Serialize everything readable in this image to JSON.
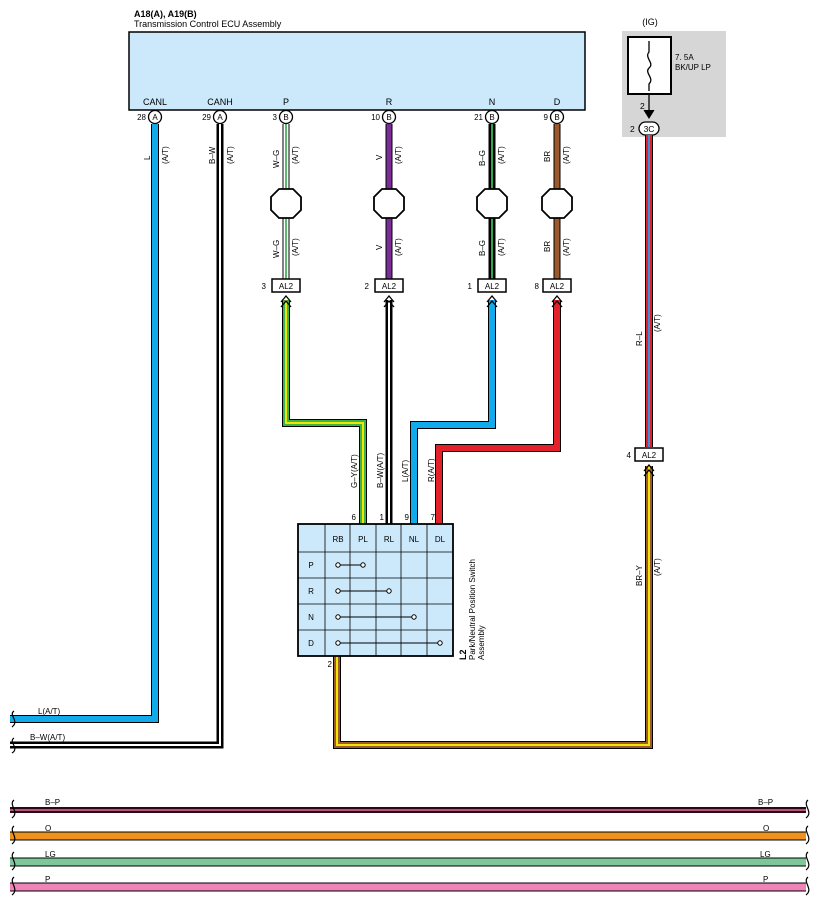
{
  "ecu": {
    "title": "A18(A), A19(B)",
    "subtitle": "Transmission Control ECU Assembly",
    "pins": [
      {
        "name": "CANL",
        "num": "28",
        "conn": "A"
      },
      {
        "name": "CANH",
        "num": "29",
        "conn": "A"
      },
      {
        "name": "P",
        "num": "3",
        "conn": "B"
      },
      {
        "name": "R",
        "num": "10",
        "conn": "B"
      },
      {
        "name": "N",
        "num": "21",
        "conn": "B"
      },
      {
        "name": "D",
        "num": "9",
        "conn": "B"
      }
    ]
  },
  "fuse": {
    "circuit": "(IG)",
    "rating": "7. 5A",
    "name": "BK/UP LP",
    "pin_top": "2",
    "pin_left": "2",
    "connector": "3C"
  },
  "wires": {
    "canl": "L",
    "canl_note": "(A/T)",
    "canh": "B–W",
    "canh_note": "(A/T)",
    "p_upper": "W–G",
    "p_lower": "W–G",
    "r_upper": "V",
    "r_lower": "V",
    "n_upper": "B–G",
    "n_lower": "B–G",
    "d_upper": "BR",
    "d_lower": "BR",
    "at": "(A/T)",
    "sw_pl": "G–Y(A/T)",
    "sw_rl": "B–W(A/T)",
    "sw_nl": "L(A/T)",
    "sw_dl": "R(A/T)",
    "fuse_wire": "R–L",
    "fuse_wire_note": "(A/T)",
    "return_wire": "BR–Y",
    "return_wire_note": "(A/T)",
    "bus_canl": "L(A/T)",
    "bus_canh": "B–W(A/T)"
  },
  "connectors": {
    "al2": "AL2",
    "pins": [
      "3",
      "2",
      "1",
      "8"
    ],
    "fuse_side_pin": "4"
  },
  "switch": {
    "id": "L2",
    "name_line1": "Park/Neutral Position Switch",
    "name_line2": "Assembly",
    "columns": [
      "RB",
      "PL",
      "RL",
      "NL",
      "DL"
    ],
    "rows": [
      "P",
      "R",
      "N",
      "D"
    ],
    "top_pins": [
      "6",
      "1",
      "9",
      "7"
    ],
    "bottom_pin": "2"
  },
  "buses": [
    {
      "label": "B–P",
      "color": "#2a0a12",
      "stripe": "#e36aa4"
    },
    {
      "label": "O",
      "color": "#f0921e"
    },
    {
      "label": "LG",
      "color": "#7ec79c"
    },
    {
      "label": "P",
      "color": "#ef84b8"
    }
  ]
}
